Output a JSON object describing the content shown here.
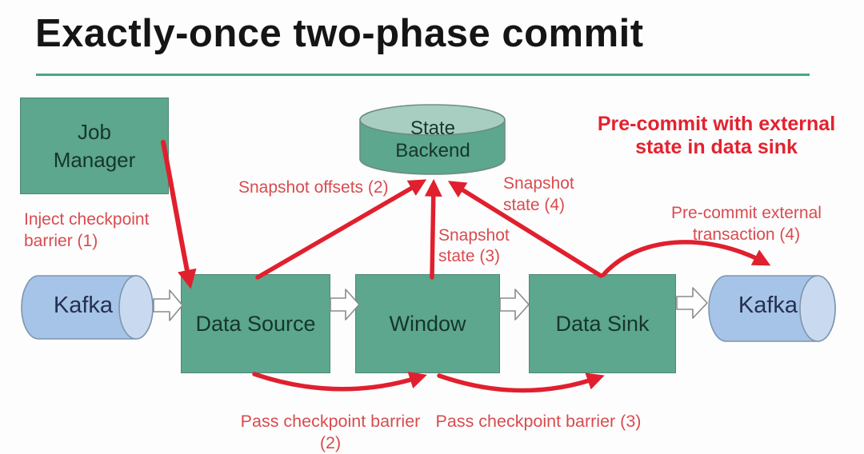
{
  "title": "Exactly-once two-phase commit",
  "annotation_heading": "Pre-commit with external\nstate in data sink",
  "nodes": {
    "job_manager": {
      "label": "Job\nManager"
    },
    "kafka_source": {
      "label": "Kafka"
    },
    "data_source": {
      "label": "Data Source"
    },
    "window": {
      "label": "Window"
    },
    "data_sink": {
      "label": "Data Sink"
    },
    "kafka_sink": {
      "label": "Kafka"
    },
    "state_backend": {
      "label": "State\nBackend"
    }
  },
  "edge_labels": {
    "inject_barrier": "Inject checkpoint\nbarrier (1)",
    "snapshot_offsets": "Snapshot offsets (2)",
    "snapshot_state_3": "Snapshot\nstate (3)",
    "snapshot_state_4": "Snapshot\nstate (4)",
    "precommit_external": "Pre-commit external\ntransaction (4)",
    "pass_barrier_2": "Pass checkpoint barrier (2)",
    "pass_barrier_3": "Pass checkpoint barrier (3)"
  },
  "colors": {
    "node_green": "#5ca78d",
    "node_green_light": "#a8cec1",
    "kafka_blue": "#a6c4e7",
    "kafka_blue_light": "#c9daf0",
    "arrow_red": "#e0202e",
    "label_red": "#d94b4f",
    "heading_red": "#e4222f",
    "underline_teal": "#4aa58a",
    "title_black": "#151515"
  }
}
